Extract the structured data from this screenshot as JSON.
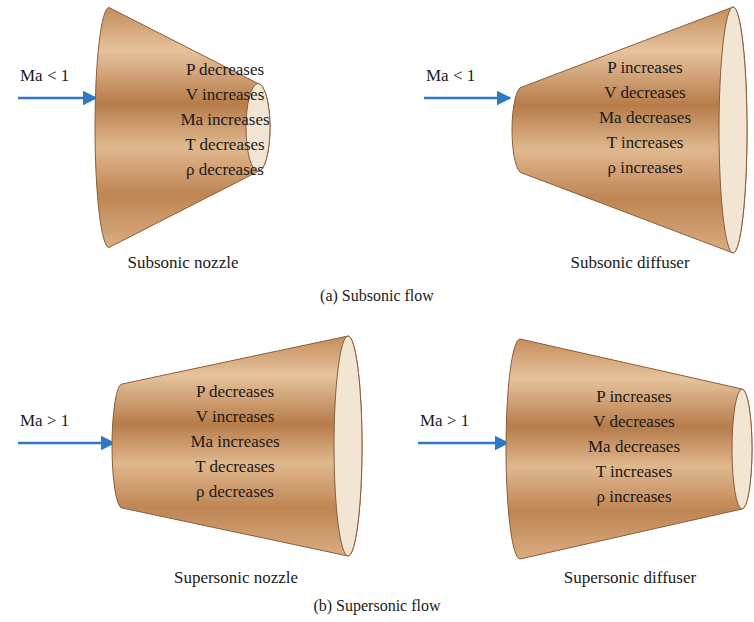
{
  "diagram": {
    "nodes": [
      {
        "text": [
          "P decreases",
          "V increases",
          "Ma increases",
          "T decreases",
          "ρ decreases"
        ]
      },
      {
        "text": [
          "P increases",
          "V decreases",
          "Ma decreases",
          "T increases",
          "ρ increases"
        ]
      },
      {
        "text": [
          "P decreases",
          "V increases",
          "Ma increases",
          "T decreases",
          "ρ decreases"
        ]
      },
      {
        "text": [
          "P increases",
          "V decreases",
          "Ma decreases",
          "T increases",
          "ρ increases"
        ]
      }
    ],
    "labels": [
      "Ma < 1",
      "Ma < 1",
      "Subsonic nozzle",
      "Subsonic diffuser",
      "(a) Subsonic flow",
      "Ma > 1",
      "Ma > 1",
      "Supersonic nozzle",
      "Supersonic diffuser",
      "(b) Supersonic flow"
    ]
  }
}
